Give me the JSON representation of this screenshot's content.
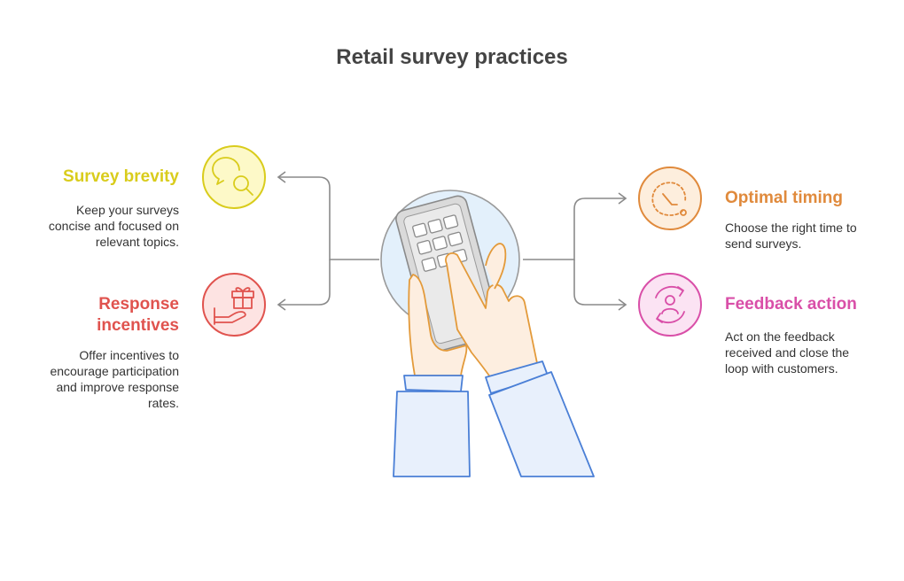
{
  "title": "Retail survey practices",
  "items": [
    {
      "heading": "Survey brevity",
      "description": "Keep your surveys concise and focused on relevant topics.",
      "color": "#d9cc1c",
      "fill": "#fdf9c8",
      "icon": "chat-search-icon"
    },
    {
      "heading": "Response incentives",
      "description": "Offer incentives to encourage participation and improve response rates.",
      "color": "#e0534e",
      "fill": "#fde3e2",
      "icon": "gift-hand-icon"
    },
    {
      "heading": "Optimal timing",
      "description": "Choose the right time to send surveys.",
      "color": "#e08a3c",
      "fill": "#fdeedd",
      "icon": "clock-icon"
    },
    {
      "heading": "Feedback action",
      "description": "Act on the feedback received and close the loop with customers.",
      "color": "#d94fa8",
      "fill": "#fbe3f3",
      "icon": "user-cycle-icon"
    }
  ],
  "center": {
    "icon": "hands-phone-icon"
  },
  "colors": {
    "connector": "#8a8a8a",
    "hand_outline": "#e39a3a",
    "sleeve": "#4a7fd6",
    "phone_glow": "#e3f0fb"
  }
}
